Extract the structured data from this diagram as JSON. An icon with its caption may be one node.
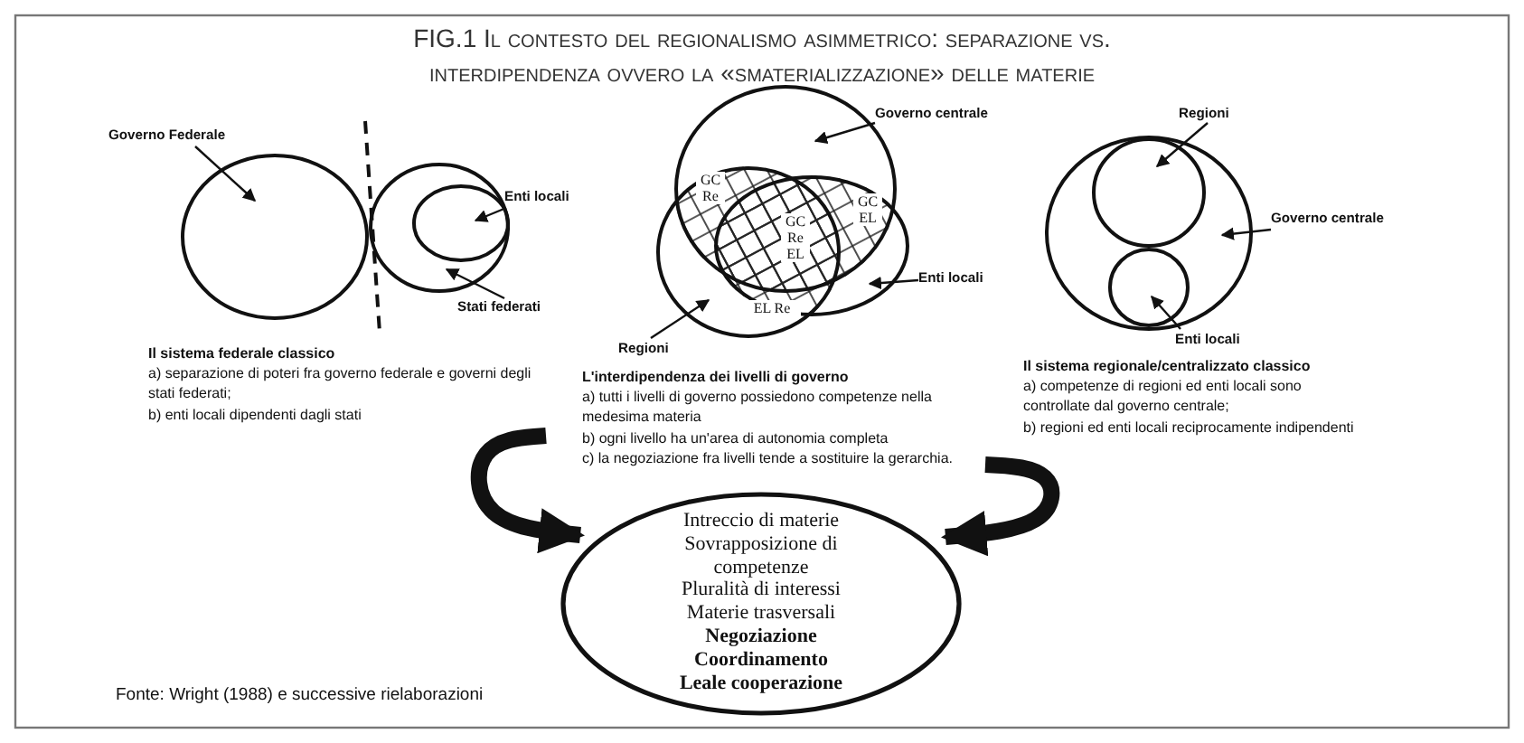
{
  "diagram": {
    "title": "FIG.1 Il contesto del regionalismo asimmetrico: separazione vs. interdipendenza ovvero la «smaterializzazione» delle materie",
    "nodes": [
      {
        "text": [
          "Governo Federale"
        ]
      },
      {
        "text": [],
        "shape": "circle"
      },
      {
        "text": [],
        "shape": "circle"
      },
      {
        "text": [],
        "shape": "circle",
        "in": 2
      },
      {
        "text": [
          "Enti locali"
        ]
      },
      {
        "text": [
          "Stati federati"
        ]
      },
      {
        "text": [
          "Governo centrale"
        ]
      },
      {
        "text": [],
        "shape": "circle"
      },
      {
        "text": [],
        "shape": "circle"
      },
      {
        "text": [],
        "shape": "circle"
      },
      {
        "text": [
          "Enti locali"
        ]
      },
      {
        "text": [
          "Regioni"
        ]
      },
      {
        "text": [
          "Regioni"
        ]
      },
      {
        "text": [],
        "shape": "circle"
      },
      {
        "text": [],
        "shape": "circle",
        "in": 13
      },
      {
        "text": [
          "Governo centrale"
        ]
      },
      {
        "text": [],
        "shape": "circle",
        "in": 13
      },
      {
        "text": [
          "Enti locali"
        ]
      },
      {
        "text": [
          "Intreccio di materie",
          "Sovrapposizione di competenze",
          "Pluralità di interessi",
          "Materie trasversali",
          "**Negoziazione**",
          "**Coordinamento**",
          "**Leale cooperazione**"
        ]
      }
    ],
    "edges": [
      {
        "from": 0,
        "to": 1,
        "arrow": "to"
      },
      {
        "from": 4,
        "to": 3,
        "arrow": "to"
      },
      {
        "from": 5,
        "to": 2,
        "arrow": "to"
      },
      {
        "from": 6,
        "to": 7,
        "arrow": "to"
      },
      {
        "from": 10,
        "to": 9,
        "arrow": "to"
      },
      {
        "from": 11,
        "to": 8,
        "arrow": "to"
      },
      {
        "from": 12,
        "to": 14,
        "arrow": "to"
      },
      {
        "from": 15,
        "to": 13,
        "arrow": "to"
      },
      {
        "from": 17,
        "to": 16,
        "arrow": "to"
      },
      {
        "from": null,
        "to": 18,
        "arrow": "to",
        "style": "thick"
      },
      {
        "from": null,
        "to": 18,
        "arrow": "to",
        "style": "thick"
      }
    ],
    "labels": [
      "GC Re",
      "GC EL",
      "GC Re EL",
      "EL Re",
      "Il sistema federale classico",
      "a) separazione di poteri fra governo federale e governi degli stati federati;",
      "b) enti locali dipendenti dagli stati",
      "L'interdipendenza dei livelli di governo",
      "a) tutti i livelli di governo possiedono competenze nella medesima materia",
      "b) ogni livello ha un'area di autonomia completa",
      "c) la negoziazione fra livelli tende a sostituire la gerarchia.",
      "Il sistema regionale/centralizzato classico",
      "a) competenze di regioni ed enti locali sono controllate dal governo centrale;",
      "b) regioni ed enti locali reciprocamente indipendenti",
      "Fonte: Wright (1988) e successive rielaborazioni"
    ]
  }
}
